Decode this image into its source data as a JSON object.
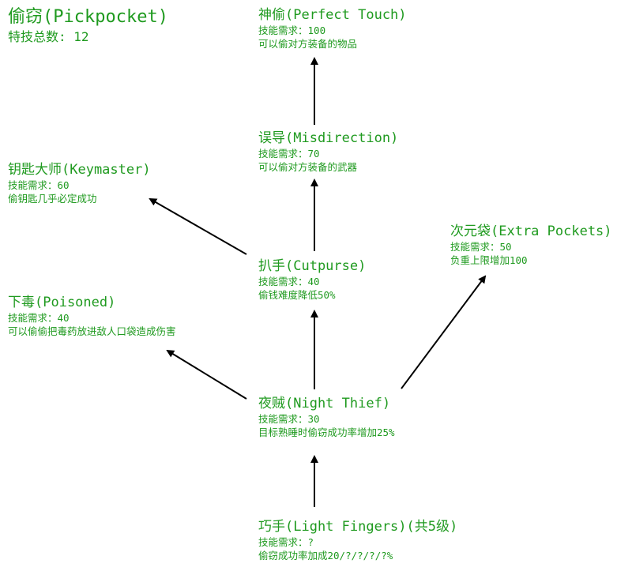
{
  "header": {
    "title": "偷窃(Pickpocket)",
    "total_label": "特技总数",
    "total": "12"
  },
  "colors": {
    "text": "#1f9a1f",
    "arrow": "#000000",
    "background": "#ffffff"
  },
  "requirement_label": "技能需求：",
  "nodes": [
    {
      "id": "perfect_touch",
      "name": "神偷(Perfect Touch)",
      "req": "100",
      "desc": "可以偷对方装备的物品"
    },
    {
      "id": "misdirection",
      "name": "误导(Misdirection)",
      "req": "70",
      "desc": "可以偷对方装备的武器"
    },
    {
      "id": "keymaster",
      "name": "钥匙大师(Keymaster)",
      "req": "60",
      "desc": "偷钥匙几乎必定成功"
    },
    {
      "id": "extra_pockets",
      "name": "次元袋(Extra Pockets)",
      "req": "50",
      "desc": "负重上限增加100"
    },
    {
      "id": "cutpurse",
      "name": "扒手(Cutpurse)",
      "req": "40",
      "desc": "偷钱难度降低50%"
    },
    {
      "id": "poisoned",
      "name": "下毒(Poisoned)",
      "req": "40",
      "desc": "可以偷偷把毒药放进敌人口袋造成伤害"
    },
    {
      "id": "night_thief",
      "name": "夜贼(Night Thief)",
      "req": "30",
      "desc": "目标熟睡时偷窃成功率增加25%"
    },
    {
      "id": "light_fingers",
      "name": "巧手(Light Fingers)(共5级)",
      "req": "?",
      "desc": "偷窃成功率加成20/?/?/?/?%"
    }
  ],
  "edges": [
    {
      "from": "light_fingers",
      "to": "night_thief"
    },
    {
      "from": "night_thief",
      "to": "poisoned"
    },
    {
      "from": "night_thief",
      "to": "cutpurse"
    },
    {
      "from": "night_thief",
      "to": "extra_pockets"
    },
    {
      "from": "cutpurse",
      "to": "keymaster"
    },
    {
      "from": "cutpurse",
      "to": "misdirection"
    },
    {
      "from": "misdirection",
      "to": "perfect_touch"
    }
  ]
}
